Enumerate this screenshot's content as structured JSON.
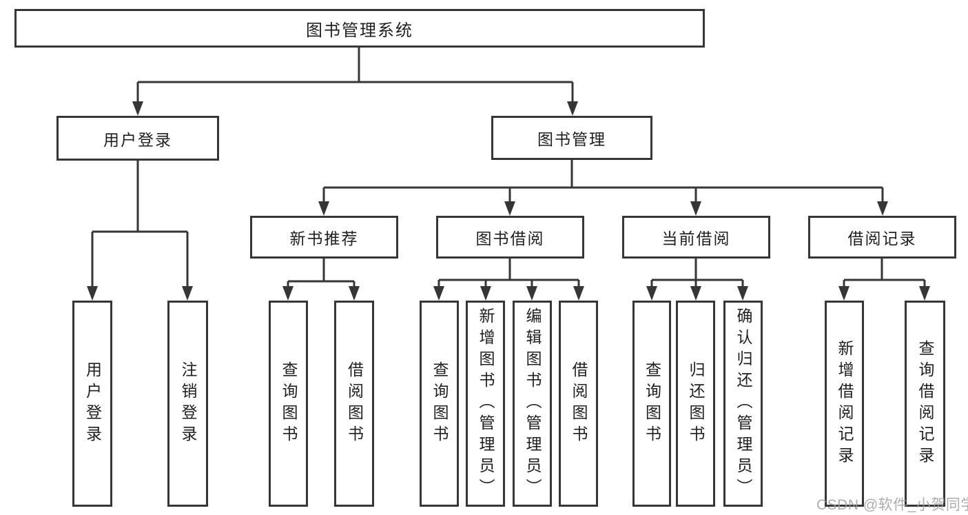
{
  "tree": {
    "root": {
      "label": "图书管理系统"
    },
    "branches": {
      "user_login": {
        "label": "用户登录",
        "children": [
          {
            "label": "用户登录"
          },
          {
            "label": "注销登录"
          }
        ]
      },
      "book_mgmt": {
        "label": "图书管理",
        "children": [
          {
            "label": "新书推荐",
            "children": [
              {
                "label": "查询图书"
              },
              {
                "label": "借阅图书"
              }
            ]
          },
          {
            "label": "图书借阅",
            "children": [
              {
                "label": "查询图书"
              },
              {
                "label": "新增图书（管理员）"
              },
              {
                "label": "编辑图书（管理员）"
              },
              {
                "label": "借阅图书"
              }
            ]
          },
          {
            "label": "当前借阅",
            "children": [
              {
                "label": "查询图书"
              },
              {
                "label": "归还图书"
              },
              {
                "label": "确认归还（管理员）"
              }
            ]
          },
          {
            "label": "借阅记录",
            "children": [
              {
                "label": "新增借阅记录"
              },
              {
                "label": "查询借阅记录"
              }
            ]
          }
        ]
      }
    }
  },
  "watermark": {
    "text": "CSDN @软件_小贺同学"
  },
  "colors": {
    "line": "#363636",
    "box_border": "#363636",
    "box_fill": "#ffffff",
    "text": "#1f1f1f",
    "watermark": "#9e9e9e",
    "background": "#ffffff"
  }
}
